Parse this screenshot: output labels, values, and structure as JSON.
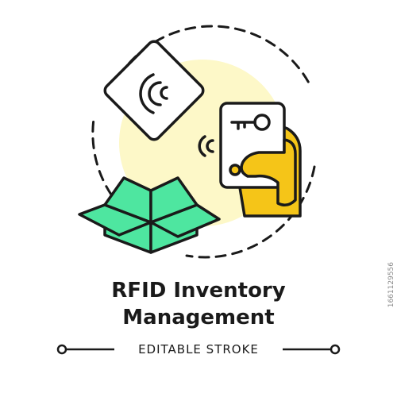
{
  "title": {
    "line1": "RFID Inventory",
    "line2": "Management"
  },
  "subtitle": "EDITABLE STROKE",
  "watermark": "1661129556",
  "colors": {
    "stroke": "#1a1a1a",
    "box_fill": "#4ee6a0",
    "hand_fill": "#f5c518",
    "glow_fill": "#fdf8c8",
    "background": "#ffffff"
  },
  "icons": {
    "tag": "rfid-tag-icon",
    "box": "open-box-icon",
    "hand": "hand-holding-card-icon",
    "card": "rfid-key-card-icon",
    "signal": "wireless-signal-icon"
  }
}
